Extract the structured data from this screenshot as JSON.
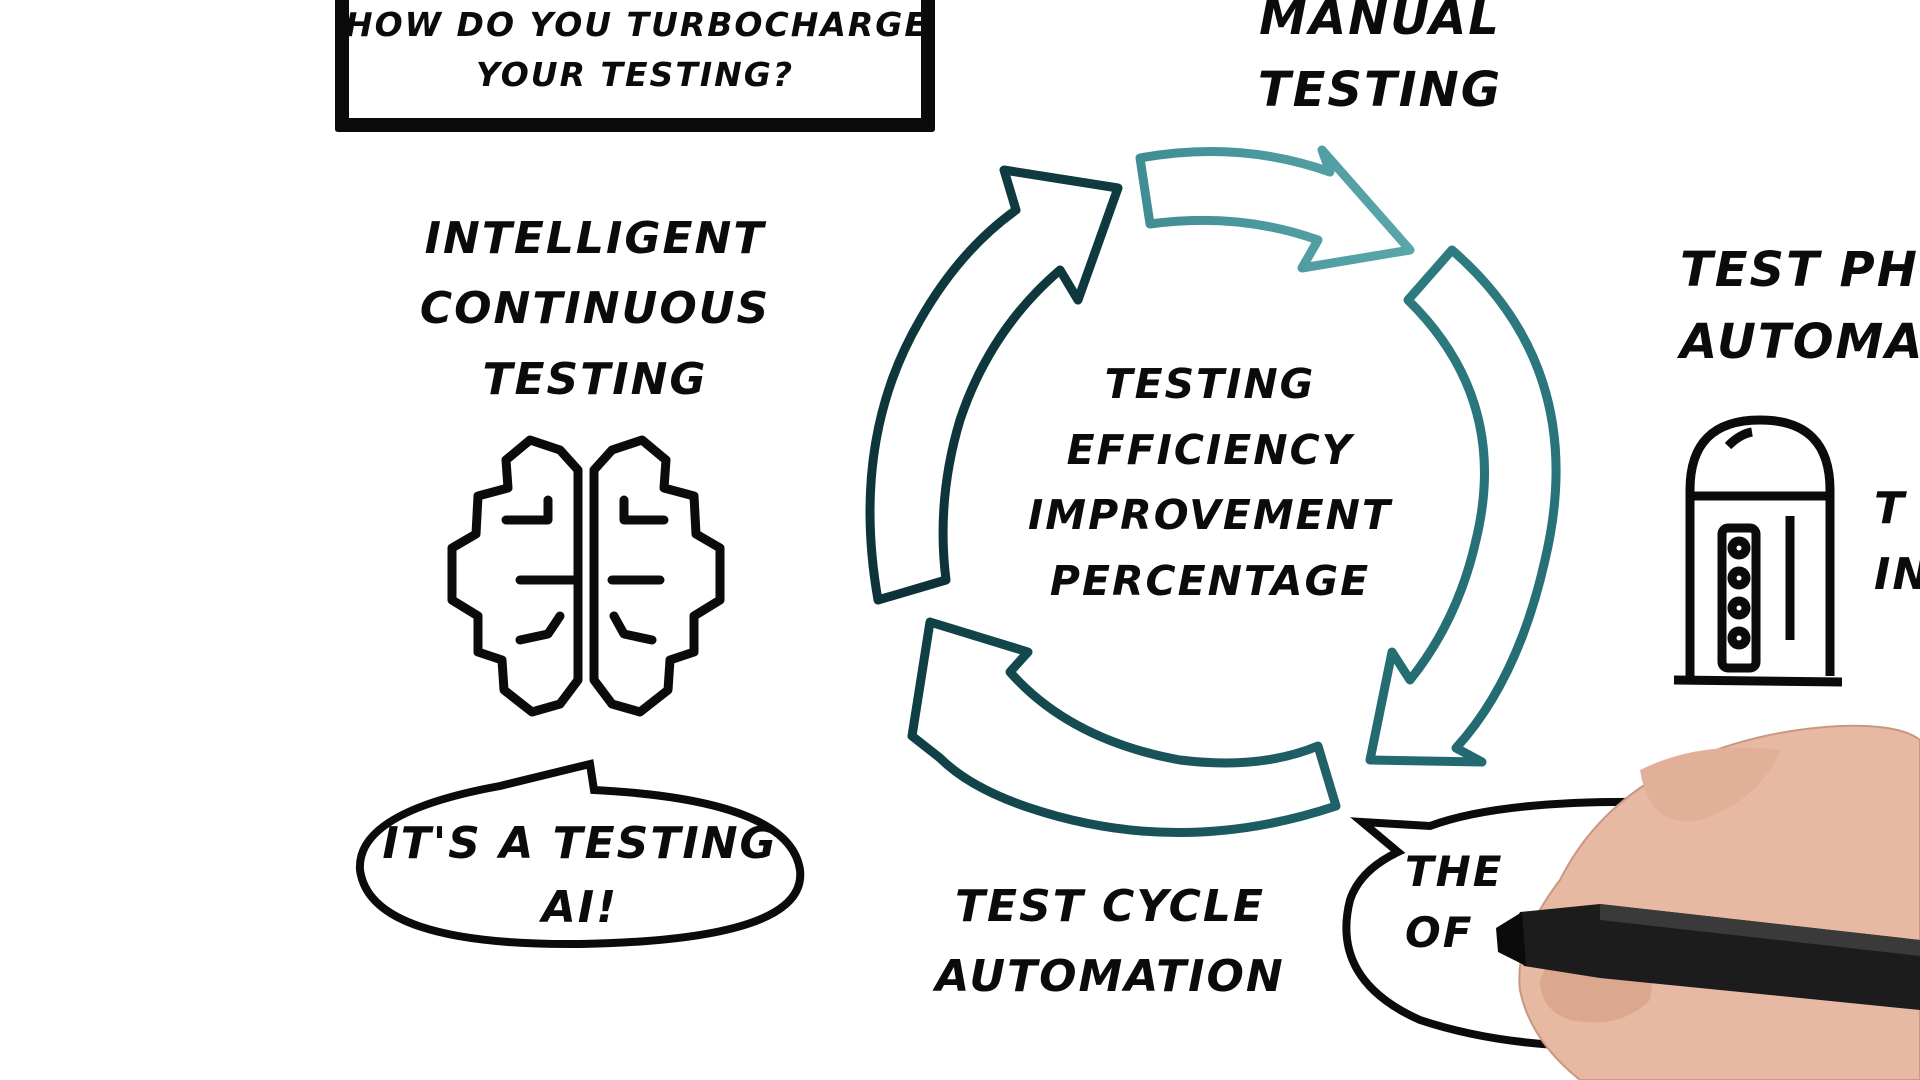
{
  "diagram": {
    "title_box": {
      "line1": "HOW DO YOU TURBOCHARGE",
      "line2": "YOUR TESTING?"
    },
    "top_right_label": {
      "line1": "MANUAL",
      "line2": "TESTING"
    },
    "left_label": {
      "line1": "INTELLIGENT",
      "line2": "CONTINUOUS",
      "line3": "TESTING"
    },
    "center_label": {
      "line1": "TESTING",
      "line2": "EFFICIENCY",
      "line3": "IMPROVEMENT",
      "line4": "PERCENTAGE"
    },
    "bottom_label": {
      "line1": "TEST CYCLE",
      "line2": "AUTOMATION"
    },
    "right_label": {
      "line1": "TEST PH",
      "line2": "AUTOMAT"
    },
    "right_partial": {
      "line1": "T",
      "line2": "IN"
    },
    "left_bubble": {
      "line1": "IT'S A TESTING",
      "line2": "AI!"
    },
    "right_bubble": {
      "line1": "THE",
      "line2": "OF"
    }
  },
  "colors": {
    "ink": "#0b0b0b",
    "arrow_dark": "#0f3a3f",
    "arrow_mid": "#1f6b70",
    "arrow_light": "#4a9aa0"
  },
  "icons": [
    "brain-icon",
    "server-tower-icon",
    "hand-with-marker"
  ]
}
